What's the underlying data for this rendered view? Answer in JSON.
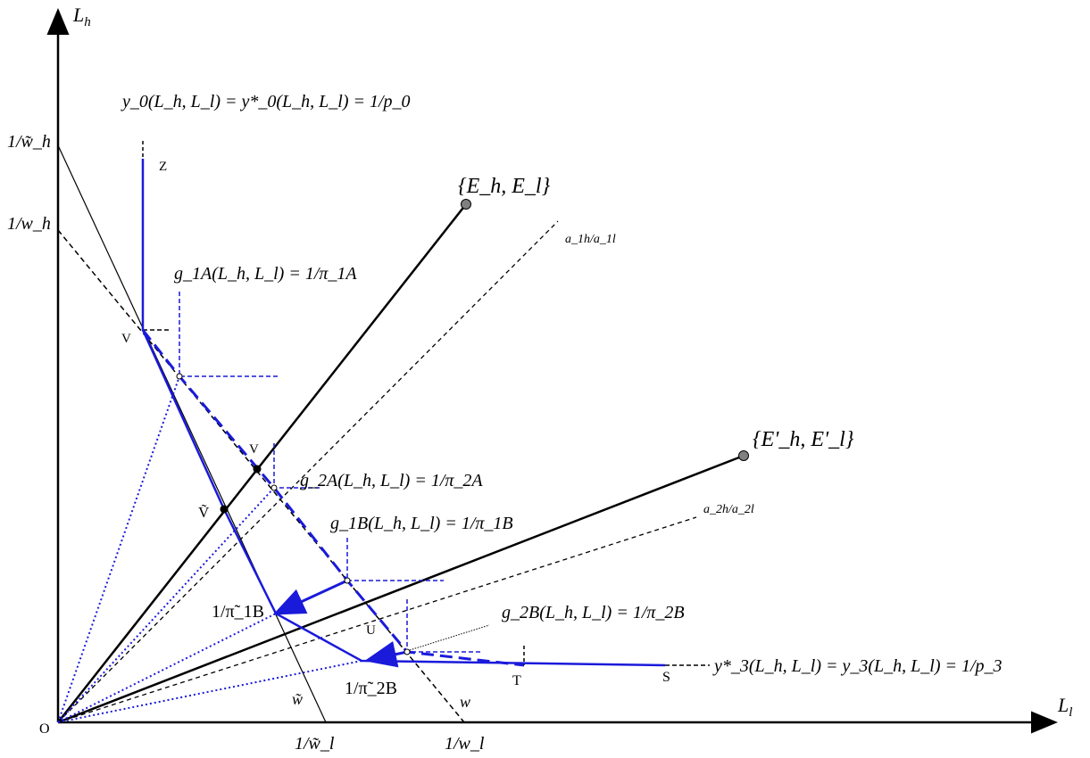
{
  "axes": {
    "x_label": "L",
    "x_sub": "l",
    "y_label": "L",
    "y_sub": "h",
    "origin": "O"
  },
  "rays": {
    "E": "{E_h, E_l}",
    "E_prime": "{E'_h, E'_l}",
    "a1": "a_1h/a_1l",
    "a2": "a_2h/a_2l"
  },
  "isoquants": {
    "y0": "y_0(L_h, L_l) = y*_0(L_h, L_l) = 1/p_0",
    "g1A": "g_1A(L_h, L_l) = 1/π_1A",
    "g2A": "g_2A(L_h, L_l) = 1/π_2A",
    "g1B": "g_1B(L_h, L_l) = 1/π_1B",
    "g2B": "g_2B(L_h, L_l) = 1/π_2B",
    "y3": "y*_3(L_h, L_l) = y_3(L_h, L_l) = 1/p_3"
  },
  "intercepts": {
    "wh_tilde": "1/w̃_h",
    "wh": "1/w_h",
    "wl_tilde": "1/w̃_l",
    "wl": "1/w_l",
    "pi1B_tilde": "1/π̃_1B",
    "pi2B_tilde": "1/π̃_2B"
  },
  "points": {
    "Z": "Z",
    "V_upper": "V",
    "V_mid": "V",
    "V_tilde": "Ṽ",
    "U": "U",
    "T": "T",
    "S": "S"
  },
  "lines": {
    "w": "w",
    "w_tilde": "w̃"
  },
  "colors": {
    "blue": "#1a1adb",
    "black": "#000000",
    "gray_dot": "#808080"
  }
}
